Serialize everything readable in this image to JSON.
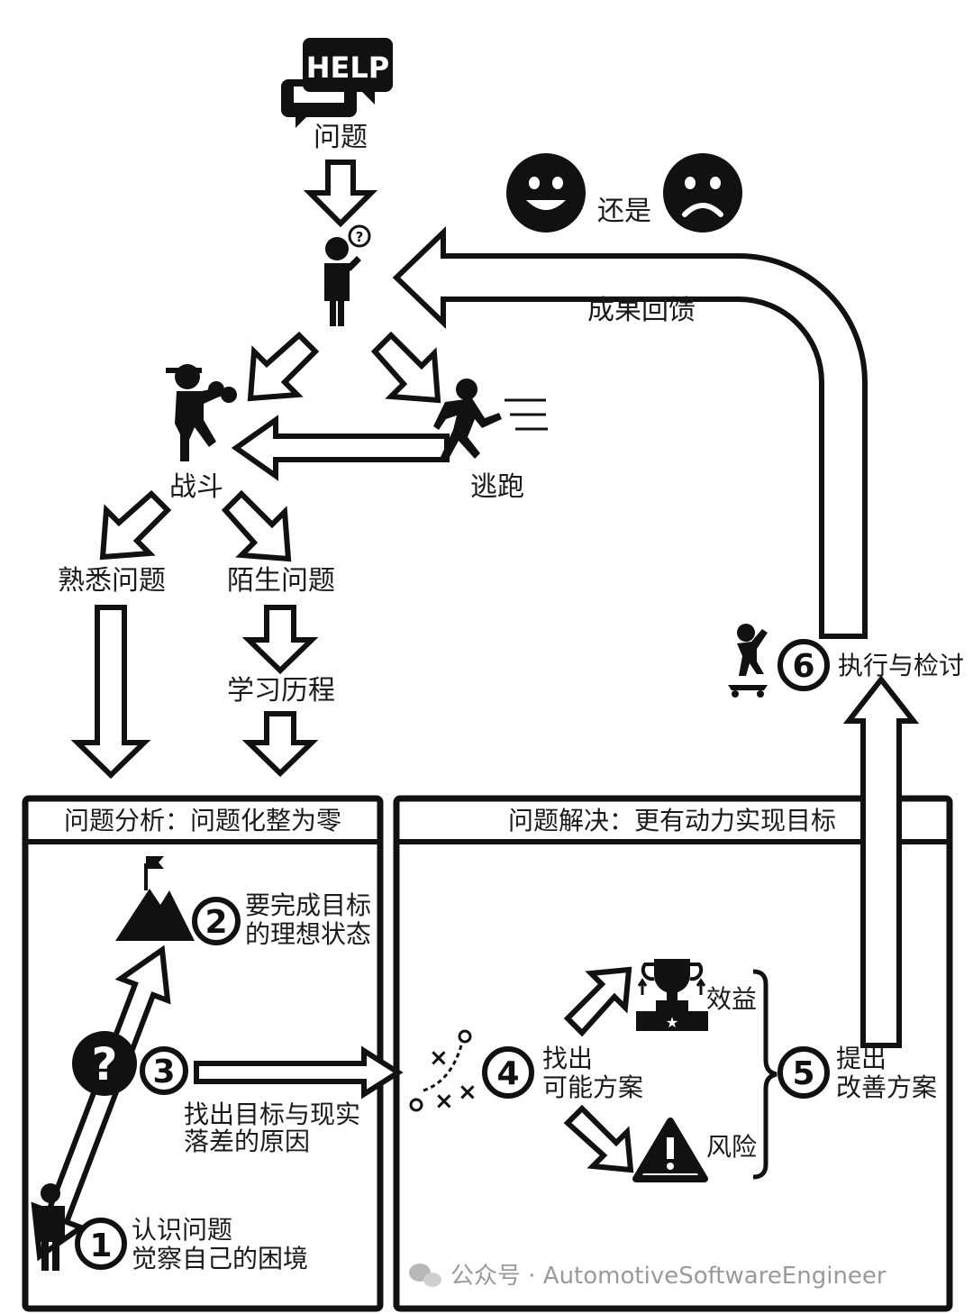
{
  "top": {
    "help_badge": "HELP",
    "problem": "问题",
    "or_text": "还是",
    "feedback": "成果回馈",
    "fight": "战斗",
    "flee": "逃跑",
    "familiar": "熟悉问题",
    "unfamiliar": "陌生问题",
    "learning": "学习历程"
  },
  "left_panel": {
    "title": "问题分析：问题化整为零",
    "step2_num": "2",
    "step2_line1": "要完成目标",
    "step2_line2": "的理想状态",
    "step3_num": "3",
    "step3_line1": "找出目标与现实",
    "step3_line2": "落差的原因",
    "step1_num": "1",
    "step1_line1": "认识问题",
    "step1_line2": "觉察自己的困境",
    "question_mark": "?"
  },
  "right_panel": {
    "title": "问题解决：更有动力实现目标",
    "step4_num": "4",
    "step4_line1": "找出",
    "step4_line2": "可能方案",
    "benefit": "效益",
    "risk": "风险",
    "step5_num": "5",
    "step5_line1": "提出",
    "step5_line2": "改善方案"
  },
  "step6": {
    "num": "6",
    "label": "执行与检讨"
  },
  "watermark": "公众号 · AutomotiveSoftwareEngineer",
  "icons": [
    "help-chat-icon",
    "thinking-person-icon",
    "happy-face-icon",
    "sad-face-icon",
    "fighter-icon",
    "runner-icon",
    "mountain-flag-icon",
    "question-circle-icon",
    "person-icon",
    "play-diagram-icon",
    "trophy-icon",
    "warning-icon",
    "skateboarder-icon",
    "wechat-icon"
  ]
}
